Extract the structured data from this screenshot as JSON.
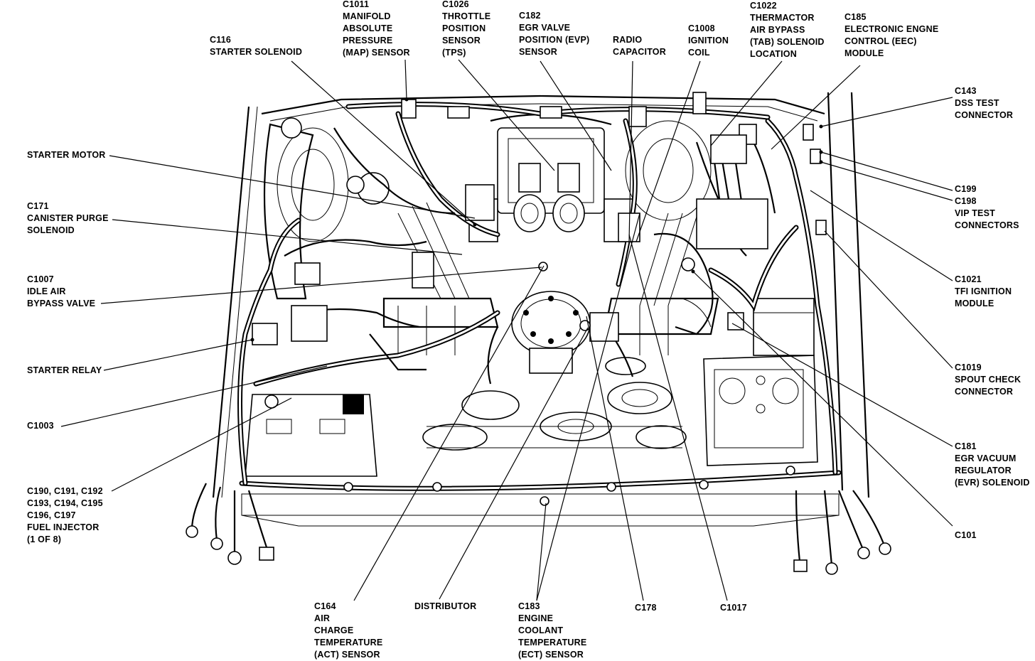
{
  "labels": {
    "c116": [
      "C116",
      "STARTER SOLENOID"
    ],
    "c1011": [
      "C1011",
      "MANIFOLD",
      "ABSOLUTE",
      "PRESSURE",
      "(MAP) SENSOR"
    ],
    "c1026": [
      "C1026",
      "THROTTLE",
      "POSITION",
      "SENSOR",
      "(TPS)"
    ],
    "c182": [
      "C182",
      "EGR VALVE",
      "POSITION (EVP)",
      "SENSOR"
    ],
    "radio_capacitor": [
      "RADIO",
      "CAPACITOR"
    ],
    "c1008": [
      "C1008",
      "IGNITION",
      "COIL"
    ],
    "c1022": [
      "C1022",
      "THERMACTOR",
      "AIR BYPASS",
      "(TAB) SOLENOID",
      "LOCATION"
    ],
    "c185": [
      "C185",
      "ELECTRONIC ENGNE",
      "CONTROL (EEC)",
      "MODULE"
    ],
    "c143": [
      "C143",
      "DSS TEST",
      "CONNECTOR"
    ],
    "starter_motor": [
      "STARTER MOTOR"
    ],
    "c171": [
      "C171",
      "CANISTER PURGE",
      "SOLENOID"
    ],
    "c199_c198": [
      "C199",
      "C198",
      "VIP TEST",
      "CONNECTORS"
    ],
    "c1007": [
      "C1007",
      "IDLE AIR",
      "BYPASS VALVE"
    ],
    "c1021": [
      "C1021",
      "TFI IGNITION",
      "MODULE"
    ],
    "starter_relay": [
      "STARTER RELAY"
    ],
    "c1019": [
      "C1019",
      "SPOUT CHECK",
      "CONNECTOR"
    ],
    "c1003": [
      "C1003"
    ],
    "c181": [
      "C181",
      "EGR VACUUM",
      "REGULATOR",
      "(EVR) SOLENOID"
    ],
    "fuel_injector": [
      "C190, C191, C192",
      "C193, C194, C195",
      "C196, C197",
      "FUEL INJECTOR",
      "(1 OF 8)"
    ],
    "c101": [
      "C101"
    ],
    "c164": [
      "C164",
      "AIR",
      "CHARGE",
      "TEMPERATURE",
      "(ACT) SENSOR"
    ],
    "distributor": [
      "DISTRIBUTOR"
    ],
    "c183": [
      "C183",
      "ENGINE",
      "COOLANT",
      "TEMPERATURE",
      "(ECT) SENSOR"
    ],
    "c178": [
      "C178"
    ],
    "c1017": [
      "C1017"
    ]
  }
}
